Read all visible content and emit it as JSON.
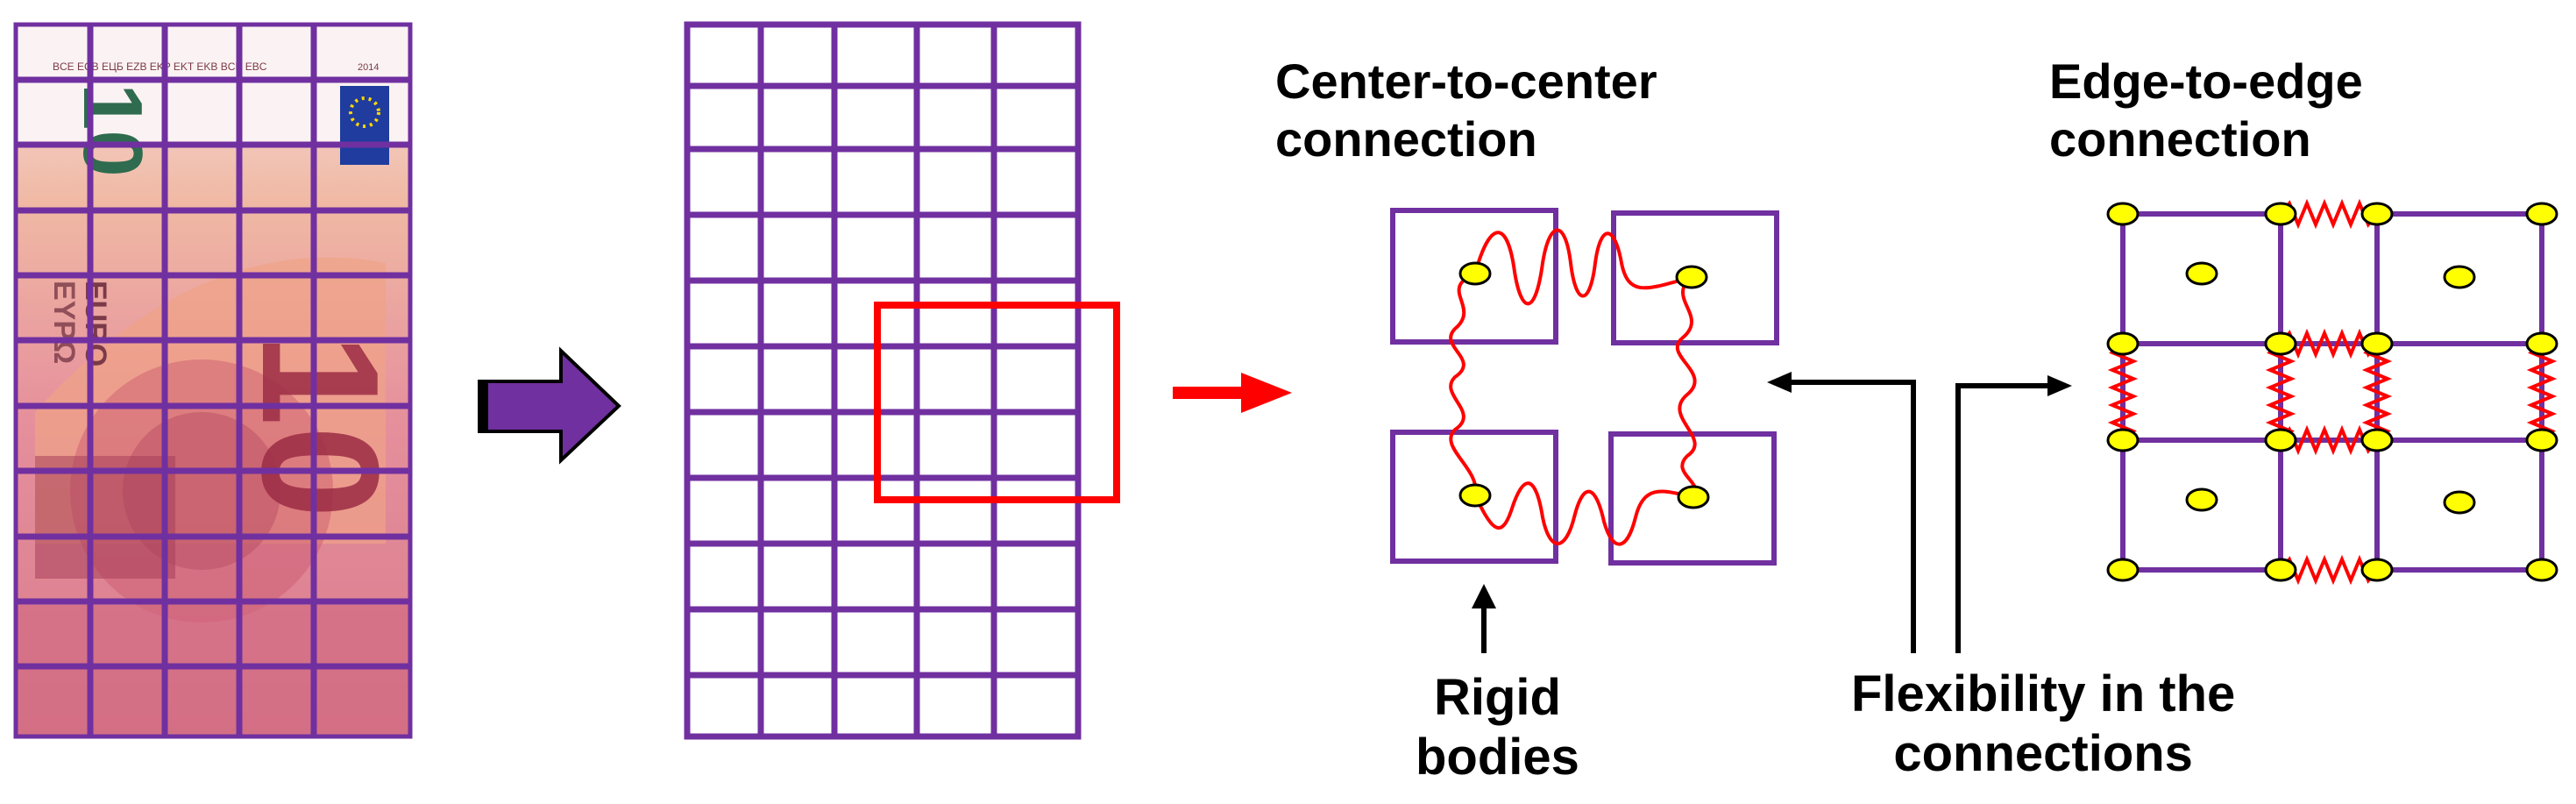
{
  "labels": {
    "center_to_center_line1": "Center-to-center",
    "center_to_center_line2": "connection",
    "edge_to_edge_line1": "Edge-to-edge",
    "edge_to_edge_line2": "connection",
    "rigid_line1": "Rigid",
    "rigid_line2": "bodies",
    "flex_line1": "Flexibility in the",
    "flex_line2": "connections"
  },
  "banknote": {
    "top_text": "BCE ECB ЕЦБ EZB EKP EKT EKB BCE EBC",
    "year": "2014",
    "denomination": "10",
    "currency_latin": "EURO",
    "currency_greek": "ΕΥΡΩ"
  },
  "colors": {
    "grid_purple": "#7030a0",
    "highlight_red": "#ff0000",
    "node_yellow": "#ffff00",
    "spring_red": "#ff0000",
    "arrow_purple": "#7030a0",
    "banknote_pink": "#e8909a",
    "banknote_green": "#2e6b4f",
    "eu_flag_blue": "#1f3c9e"
  },
  "icons": {
    "big_arrow": "purple-block-arrow",
    "small_arrow": "red-arrow",
    "pointer_arrows": "black-arrows"
  }
}
